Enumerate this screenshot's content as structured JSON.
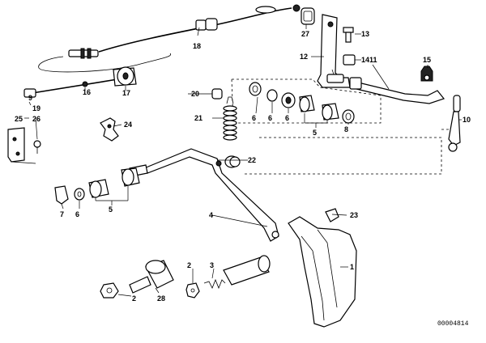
{
  "diagram": {
    "labels": [
      "1",
      "2",
      "2",
      "3",
      "4",
      "5",
      "5",
      "6",
      "6",
      "6",
      "6",
      "7",
      "8",
      "9",
      "10",
      "11",
      "12",
      "13",
      "14",
      "15",
      "16",
      "17",
      "18",
      "19",
      "20",
      "21",
      "22",
      "23",
      "24",
      "25",
      "26",
      "27",
      "28"
    ],
    "image_code": "00004814"
  }
}
